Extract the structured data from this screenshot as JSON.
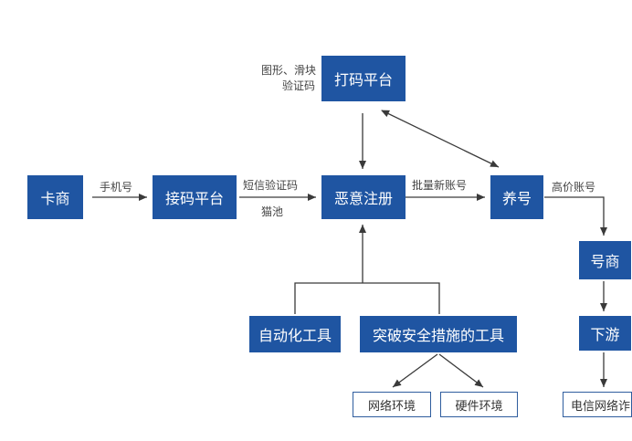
{
  "colors": {
    "box_fill": "#1f55a2",
    "box_text": "#ffffff",
    "arrow": "#3a3a3a",
    "outline_border": "#2f5d9e"
  },
  "nodes": {
    "kashang": "卡商",
    "jiema": "接码平台",
    "dama": "打码平台",
    "eyi": "恶意注册",
    "yanghao": "养号",
    "haoshang": "号商",
    "xiayou": "下游",
    "zidonghua": "自动化工具",
    "tupo": "突破安全措施的工具",
    "wangluo": "网络环境",
    "yingjian": "硬件环境",
    "dianxin": "电信网络诈"
  },
  "edge_labels": {
    "shoujihao": "手机号",
    "duanxin": "短信验证码",
    "maochi": "猫池",
    "tuxing_line1": "图形、滑块",
    "tuxing_line2": "验证码",
    "piliang": "批量新账号",
    "gaojia": "高价账号"
  }
}
